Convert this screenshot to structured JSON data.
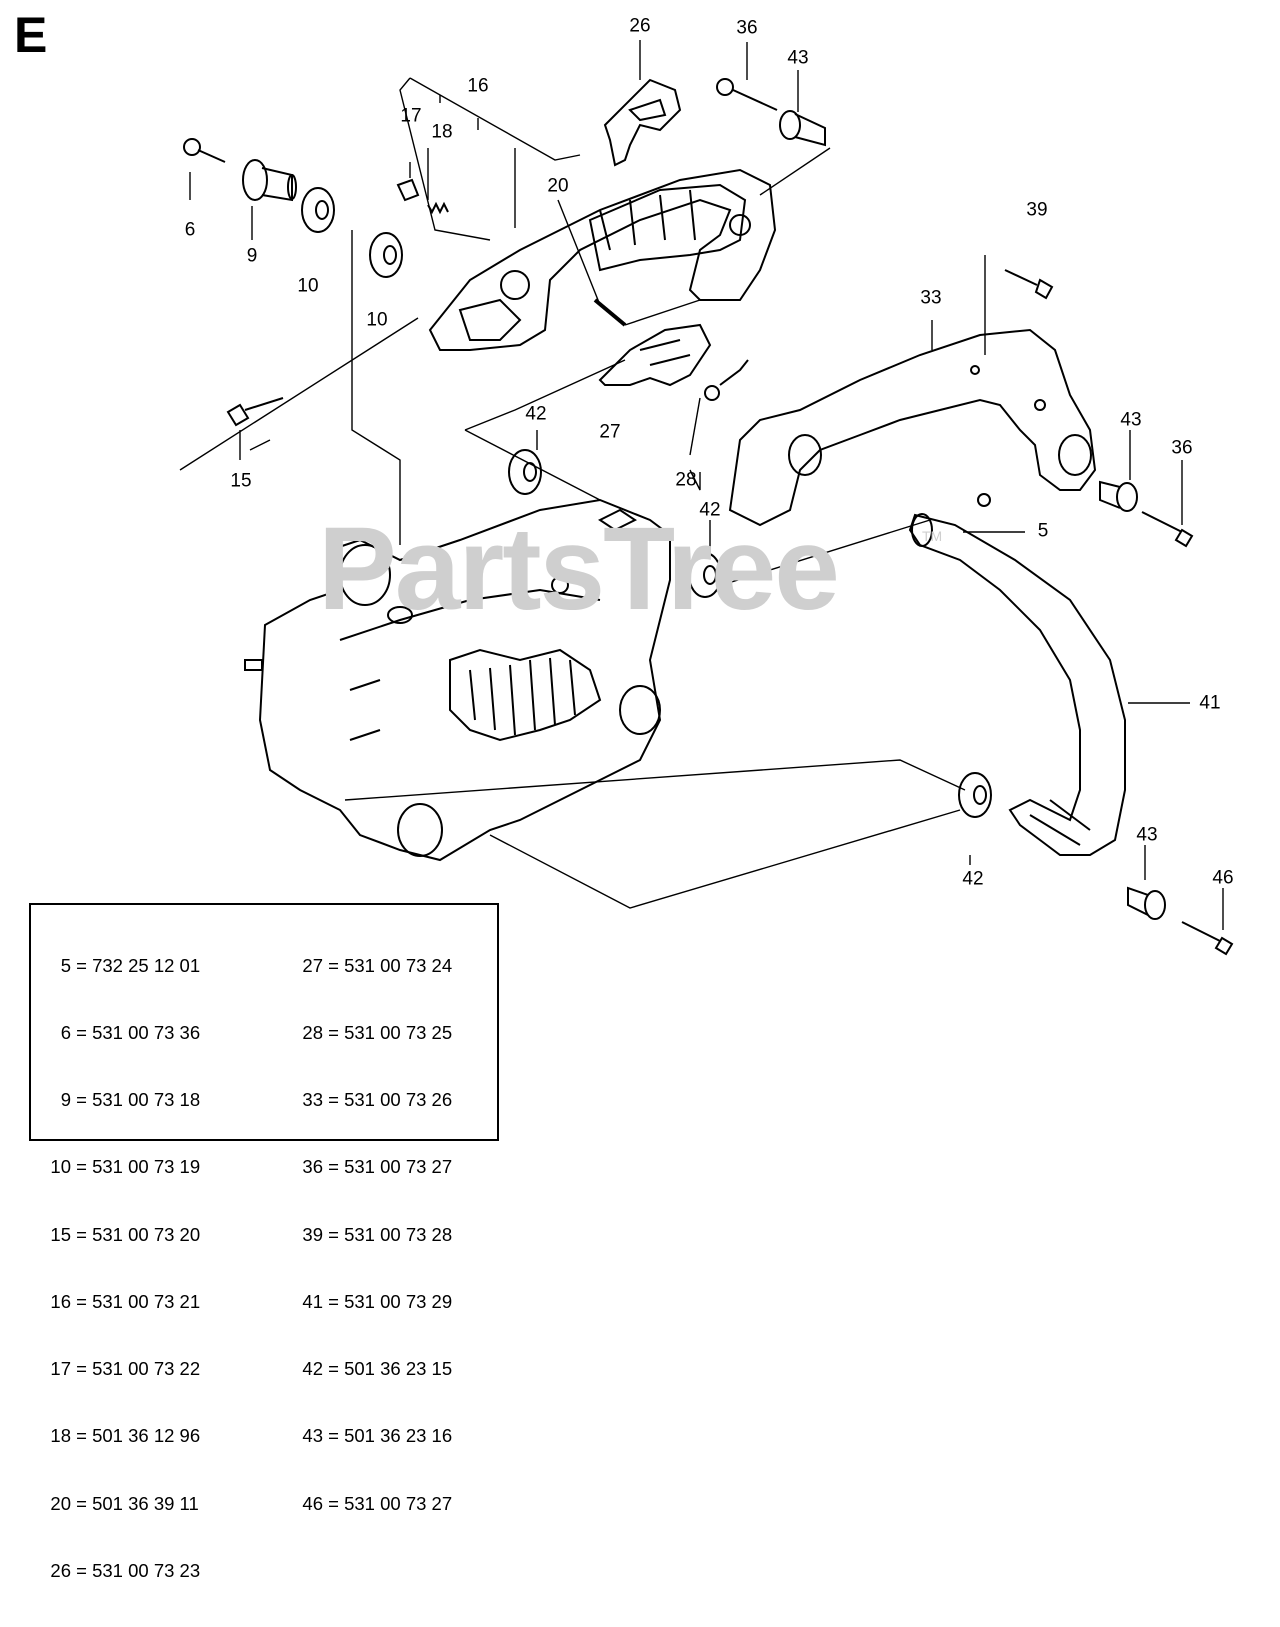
{
  "section_letter": "E",
  "watermark": "PartsTree",
  "watermark_tm": "TM",
  "callouts": [
    {
      "id": "c26a",
      "label": "26"
    },
    {
      "id": "c36a",
      "label": "36"
    },
    {
      "id": "c43a",
      "label": "43"
    },
    {
      "id": "c16",
      "label": "16"
    },
    {
      "id": "c17",
      "label": "17"
    },
    {
      "id": "c18",
      "label": "18"
    },
    {
      "id": "c20",
      "label": "20"
    },
    {
      "id": "c6",
      "label": "6"
    },
    {
      "id": "c9",
      "label": "9"
    },
    {
      "id": "c10a",
      "label": "10"
    },
    {
      "id": "c10b",
      "label": "10"
    },
    {
      "id": "c39",
      "label": "39"
    },
    {
      "id": "c33",
      "label": "33"
    },
    {
      "id": "c15",
      "label": "15"
    },
    {
      "id": "c27",
      "label": "27"
    },
    {
      "id": "c42a",
      "label": "42"
    },
    {
      "id": "c28",
      "label": "28"
    },
    {
      "id": "c43b",
      "label": "43"
    },
    {
      "id": "c36b",
      "label": "36"
    },
    {
      "id": "c42b",
      "label": "42"
    },
    {
      "id": "c5",
      "label": "5"
    },
    {
      "id": "c41",
      "label": "41"
    },
    {
      "id": "c43c",
      "label": "43"
    },
    {
      "id": "c46",
      "label": "46"
    },
    {
      "id": "c42c",
      "label": "42"
    }
  ],
  "parts_list": {
    "left": [
      {
        "ref": "5",
        "part": "732 25 12 01"
      },
      {
        "ref": "6",
        "part": "531 00 73 36"
      },
      {
        "ref": "9",
        "part": "531 00 73 18"
      },
      {
        "ref": "10",
        "part": "531 00 73 19"
      },
      {
        "ref": "15",
        "part": "531 00 73 20"
      },
      {
        "ref": "16",
        "part": "531 00 73 21"
      },
      {
        "ref": "17",
        "part": "531 00 73 22"
      },
      {
        "ref": "18",
        "part": "501 36 12 96"
      },
      {
        "ref": "20",
        "part": "501 36 39 11"
      },
      {
        "ref": "26",
        "part": "531 00 73 23"
      }
    ],
    "right": [
      {
        "ref": "27",
        "part": "531 00 73 24"
      },
      {
        "ref": "28",
        "part": "531 00 73 25"
      },
      {
        "ref": "33",
        "part": "531 00 73 26"
      },
      {
        "ref": "36",
        "part": "531 00 73 27"
      },
      {
        "ref": "39",
        "part": "531 00 73 28"
      },
      {
        "ref": "41",
        "part": "531 00 73 29"
      },
      {
        "ref": "42",
        "part": "501 36 23 15"
      },
      {
        "ref": "43",
        "part": "501 36 23 16"
      },
      {
        "ref": "46",
        "part": "531 00 73 27"
      }
    ]
  }
}
